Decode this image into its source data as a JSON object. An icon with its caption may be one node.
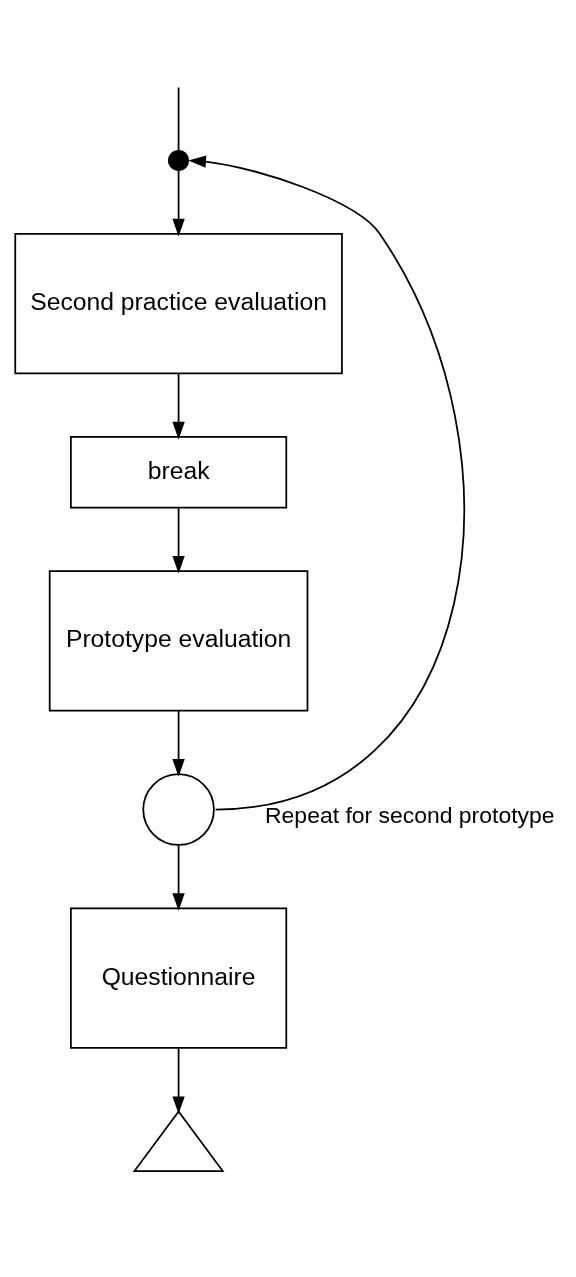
{
  "diagram": {
    "nodes": [
      {
        "text": [],
        "shape": "circle"
      },
      {
        "text": [
          "Second practice evaluation"
        ]
      },
      {
        "text": [
          "break"
        ]
      },
      {
        "text": [
          "Prototype evaluation"
        ]
      },
      {
        "text": [],
        "shape": "circle"
      },
      {
        "text": [
          "Questionnaire"
        ]
      },
      {
        "text": [],
        "shape": "triangle"
      }
    ],
    "edges": [
      {
        "from": null,
        "to": 0,
        "arrow": "none"
      },
      {
        "from": 0,
        "to": 1,
        "arrow": "to"
      },
      {
        "from": 1,
        "to": 2,
        "arrow": "to"
      },
      {
        "from": 2,
        "to": 3,
        "arrow": "to"
      },
      {
        "from": 3,
        "to": 4,
        "arrow": "to"
      },
      {
        "from": 4,
        "to": 5,
        "arrow": "to"
      },
      {
        "from": 5,
        "to": 6,
        "arrow": "to"
      },
      {
        "from": 4,
        "to": 0,
        "arrow": "to",
        "label": "Repeat for second prototype"
      }
    ]
  }
}
